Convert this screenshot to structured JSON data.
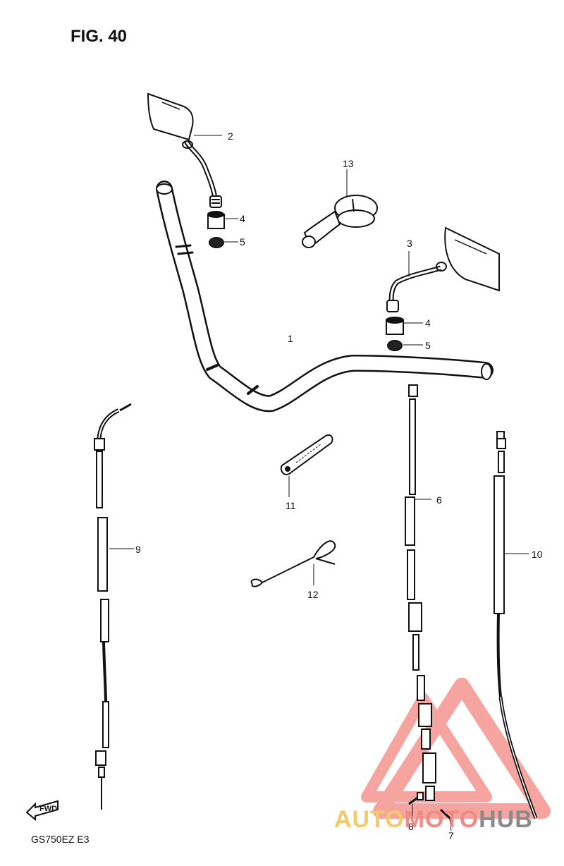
{
  "figure": {
    "title": "FIG. 40",
    "model_code": "GS750EZ  E3"
  },
  "callouts": {
    "c1": "1",
    "c2": "2",
    "c3": "3",
    "c4a": "4",
    "c4b": "4",
    "c5a": "5",
    "c5b": "5",
    "c6": "6",
    "c7": "7",
    "c8": "8",
    "c9": "9",
    "c10": "10",
    "c11": "11",
    "c12": "12",
    "c13": "13"
  },
  "forward_marker": {
    "label": "FWD"
  },
  "watermark": {
    "part1": "AUTO",
    "part2": "MOTO",
    "part3": "HUB"
  },
  "colors": {
    "line": "#111111",
    "watermark_red": "#ef5a52",
    "watermark_yellow": "#f3c96b",
    "watermark_gray": "#8a8a8a"
  }
}
